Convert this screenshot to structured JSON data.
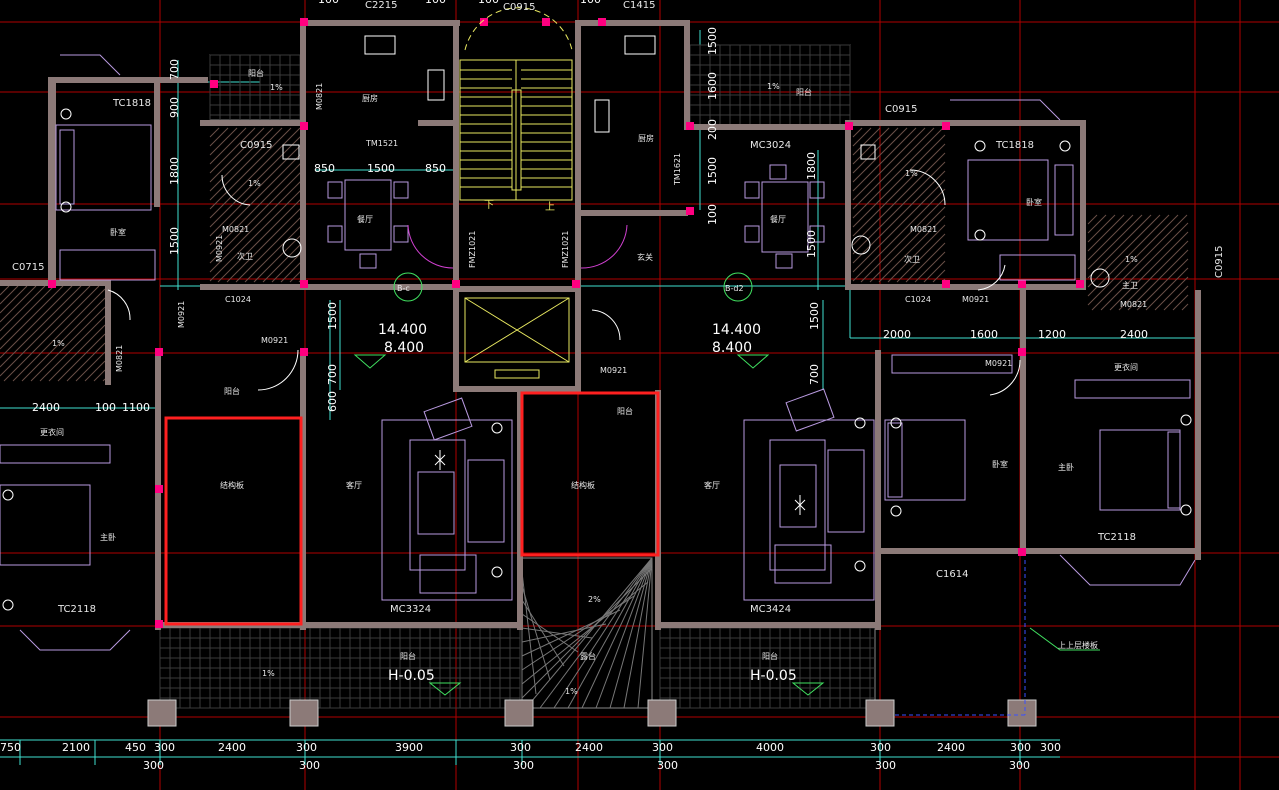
{
  "colors": {
    "background": "#000000",
    "grid": "#b00000",
    "wall": "#8c7a78",
    "furniture": "#b99ae0",
    "fixture": "#ffffff",
    "stairs": "#e8e860",
    "dimension": "#40e0d0",
    "highlight": "#ff2020",
    "balcony_hatch": "#777777",
    "column": "#ff0080"
  },
  "window_codes": {
    "c2215": "C2215",
    "c0915_top": "C0915",
    "c1415": "C1415",
    "tc1818_left": "TC1818",
    "tc1818_right": "TC1818",
    "c0915_left": "C0915",
    "c0915_right": "C0915",
    "c0915_far_right": "C0915",
    "c0715": "C0715",
    "c1024_left": "C1024",
    "c1024_right": "C1024",
    "tc2118_left": "TC2118",
    "tc2118_right": "TC2118",
    "c1614": "C1614"
  },
  "door_codes": {
    "m0821_a": "M0821",
    "m0821_b": "M0821",
    "m0821_c": "M0821",
    "m0821_d": "M0821",
    "m0821_e": "M0821",
    "m0921_a": "M0921",
    "m0921_b": "M0921",
    "m0921_c": "M0921",
    "m0921_d": "M0921",
    "m0921_e": "M0921",
    "m0921_f": "M0921",
    "tm1521": "TM1521",
    "tm1621": "TM1621",
    "mc3024": "MC3024",
    "fm_left": "FMZ1021",
    "fm_right": "FMZ1021",
    "mc3324": "MC3324",
    "mc3424": "MC3424"
  },
  "rooms": {
    "balcony_top_left": "阳台",
    "balcony_top_right": "阳台",
    "kitchen_left": "厨房",
    "kitchen_right": "厨房",
    "bedroom_left": "卧室",
    "bedroom_right": "卧室",
    "bedroom_right2": "卧室",
    "bath_left": "次卫",
    "bath_right": "次卫",
    "bath_far_right": "主卫",
    "dining_left": "餐厅",
    "dining_right": "餐厅",
    "foyer": "玄关",
    "balcony_mid": "阳台",
    "balcony_center": "阳台",
    "struct_left": "结构板",
    "struct_right": "结构板",
    "living_left": "客厅",
    "living_right": "客厅",
    "closet_left": "更衣间",
    "closet_right": "更衣间",
    "master_left": "主卧",
    "master_right": "主卧",
    "balcony_bottom_left": "阳台",
    "terrace": "露台",
    "balcony_bottom_right": "阳台",
    "stair_down": "下",
    "stair_up": "上"
  },
  "slopes": {
    "s1": "1%",
    "s2": "1%",
    "s3": "1%",
    "s4": "1%",
    "s5": "1%",
    "s6": "1%",
    "s7": "1%",
    "s8": "2%",
    "s9": "1%"
  },
  "axis_tags": {
    "left": "B-c",
    "right": "B-d2"
  },
  "elevations": {
    "left_upper": "14.400",
    "left_lower": "8.400",
    "right_upper": "14.400",
    "right_lower": "8.400",
    "balcony_left": "H-0.05",
    "balcony_right": "H-0.05"
  },
  "annotation": "上上层楼板",
  "dimensions": {
    "top": [
      "100",
      "100",
      "100",
      "100"
    ],
    "top_left_v": [
      "700",
      "900",
      "1800",
      "1500"
    ],
    "top_right_v": [
      "1500",
      "1600",
      "200"
    ],
    "kitchen_row": [
      "850",
      "1500",
      "850"
    ],
    "right_v": [
      "1800",
      "1500",
      "100",
      "1500"
    ],
    "left_mid_v": [
      "1500",
      "700",
      "600"
    ],
    "right_mid_v": [
      "1500",
      "700"
    ],
    "left_row": [
      "2400",
      "100",
      "1100"
    ],
    "right_row": [
      "2000",
      "1600",
      "1200",
      "2400"
    ],
    "bottom_row": [
      "750",
      "2100",
      "450",
      "300",
      "2400",
      "300",
      "3900",
      "300",
      "2400",
      "300",
      "4000",
      "300",
      "2400",
      "300",
      "300"
    ],
    "bottom_row2": [
      "300",
      "300",
      "300",
      "300",
      "300",
      "300"
    ]
  }
}
